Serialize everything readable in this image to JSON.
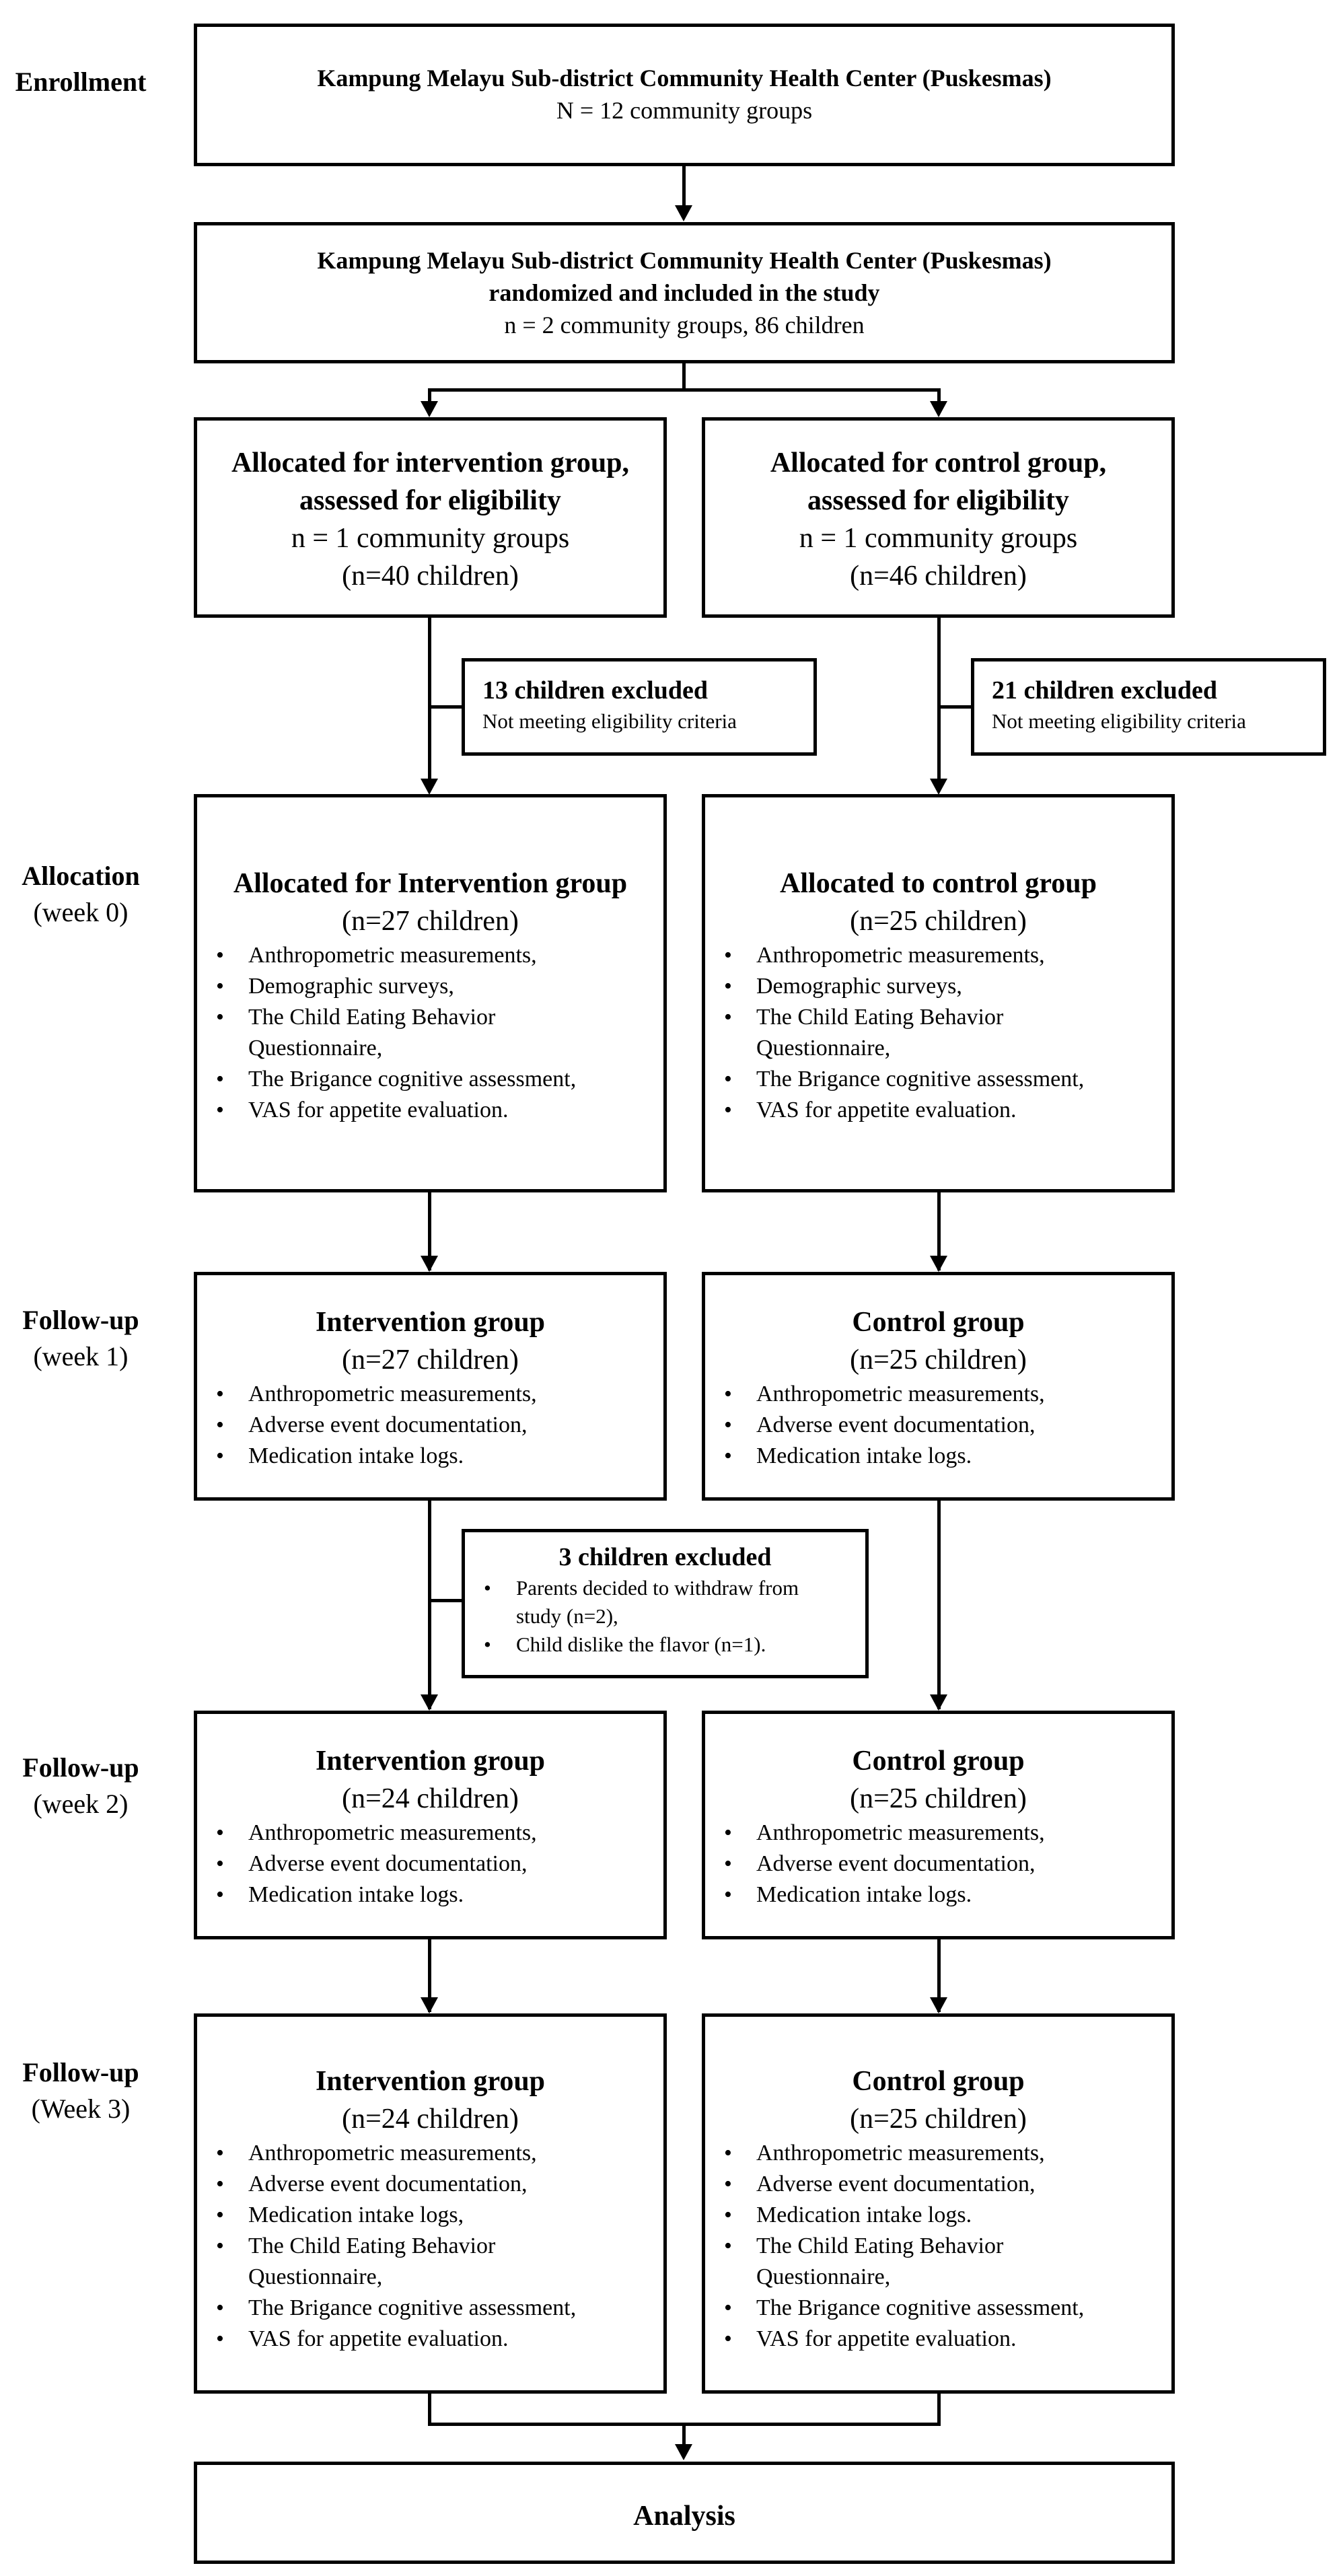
{
  "stages": {
    "enrollment": "Enrollment",
    "allocation": "Allocation",
    "allocation_week": "(week 0)",
    "followup1": "Follow-up",
    "followup1_week": "(week 1)",
    "followup2": "Follow-up",
    "followup2_week": "(week 2)",
    "followup3": "Follow-up",
    "followup3_week": "(Week 3)"
  },
  "enroll": {
    "title": "Kampung Melayu Sub-district Community Health Center (Puskesmas)",
    "count": "N = 12 community groups"
  },
  "randomized": {
    "title": "Kampung Melayu Sub-district Community Health Center (Puskesmas)",
    "title2": "randomized and included in the study",
    "count": "n = 2 community groups, 86 children"
  },
  "elig_int": {
    "line1": "Allocated for intervention group,",
    "line2": "assessed for eligibility",
    "line3": "n = 1 community groups",
    "line4": "(n=40 children)"
  },
  "elig_ctl": {
    "line1": "Allocated for control group,",
    "line2": "assessed for eligibility",
    "line3": "n = 1 community groups",
    "line4": "(n=46 children)"
  },
  "excl_int": {
    "title": "13 children excluded",
    "reason": "Not meeting eligibility criteria"
  },
  "excl_ctl": {
    "title": "21 children excluded",
    "reason": "Not meeting eligibility criteria"
  },
  "alloc_int": {
    "title": "Allocated for Intervention group",
    "count": "(n=27 children)",
    "items": [
      "Anthropometric measurements,",
      "Demographic surveys,",
      "The Child Eating Behavior Questionnaire,",
      "The Brigance cognitive assessment,",
      "VAS for appetite evaluation."
    ]
  },
  "alloc_ctl": {
    "title": "Allocated to control group",
    "count": "(n=25 children)",
    "items": [
      "Anthropometric measurements,",
      "Demographic surveys,",
      "The Child Eating Behavior Questionnaire,",
      "The Brigance cognitive assessment,",
      "VAS for appetite evaluation."
    ]
  },
  "fu1_int": {
    "title": "Intervention group",
    "count": "(n=27 children)",
    "items": [
      "Anthropometric measurements,",
      "Adverse event documentation,",
      "Medication intake logs."
    ]
  },
  "fu1_ctl": {
    "title": "Control group",
    "count": "(n=25 children)",
    "items": [
      "Anthropometric measurements,",
      "Adverse event documentation,",
      "Medication intake logs."
    ]
  },
  "excl_fu": {
    "title": "3 children excluded",
    "items": [
      "Parents decided to withdraw from study (n=2),",
      "Child dislike the flavor (n=1)."
    ]
  },
  "fu2_int": {
    "title": "Intervention group",
    "count": "(n=24 children)",
    "items": [
      "Anthropometric measurements,",
      "Adverse event documentation,",
      "Medication intake logs."
    ]
  },
  "fu2_ctl": {
    "title": "Control group",
    "count": "(n=25 children)",
    "items": [
      "Anthropometric measurements,",
      "Adverse event documentation,",
      "Medication intake logs."
    ]
  },
  "fu3_int": {
    "title": "Intervention group",
    "count": "(n=24 children)",
    "items": [
      "Anthropometric measurements,",
      "Adverse event documentation,",
      "Medication intake logs,",
      "The Child Eating Behavior Questionnaire,",
      "The Brigance cognitive assessment,",
      "VAS for appetite evaluation."
    ]
  },
  "fu3_ctl": {
    "title": "Control group",
    "count": "(n=25 children)",
    "items": [
      "Anthropometric measurements,",
      "Adverse event documentation,",
      "Medication intake logs.",
      "The Child Eating Behavior Questionnaire,",
      "The Brigance cognitive assessment,",
      "VAS for appetite evaluation."
    ]
  },
  "analysis": {
    "label": "Analysis"
  }
}
